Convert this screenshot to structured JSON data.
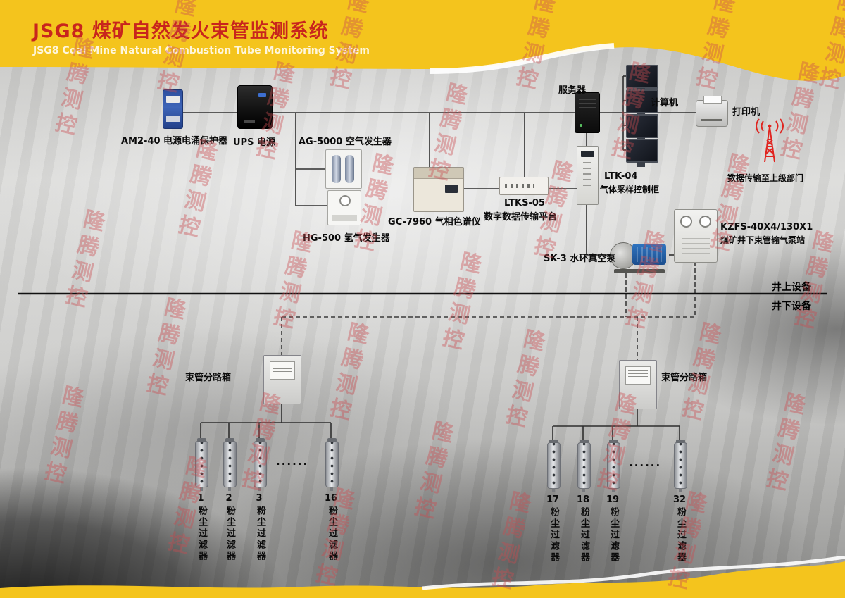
{
  "header": {
    "title": "JSG8 煤矿自然发火束管监测系统",
    "subtitle": "JSG8 Coal Mine Natural Combustion Tube Monitoring System"
  },
  "watermark": "隆腾测控",
  "nodes": {
    "surge": {
      "label": "AM2-40 电源电涌保护器"
    },
    "ups": {
      "label": "UPS 电源"
    },
    "air_gen": {
      "label": "AG-5000 空气发生器"
    },
    "h2_gen": {
      "label": "HG-500 氢气发生器"
    },
    "gc": {
      "label": "GC-7960 气相色谱仪"
    },
    "dtp": {
      "label1": "LTKS-05",
      "label2": "数字数据传输平台"
    },
    "server": {
      "label": "服务器"
    },
    "computer": {
      "label": "计算机"
    },
    "printer": {
      "label": "打印机"
    },
    "uplink": {
      "label": "数据传输至上级部门"
    },
    "cabinet": {
      "label1": "LTK-04",
      "label2": "气体采样控制柜"
    },
    "pump": {
      "label": "SK-3 水环真空泵"
    },
    "station": {
      "label1": "KZFS-40X4/130X1",
      "label2": "煤矿井下束管输气泵站"
    },
    "branch_left": {
      "label": "束管分路箱"
    },
    "branch_right": {
      "label": "束管分路箱"
    }
  },
  "dividers": {
    "surface": "井上设备",
    "underground": "井下设备"
  },
  "filters": {
    "dots": "......",
    "left": [
      {
        "num": "1",
        "label": "粉尘过滤器"
      },
      {
        "num": "2",
        "label": "粉尘过滤器"
      },
      {
        "num": "3",
        "label": "粉尘过滤器"
      },
      {
        "num": "16",
        "label": "粉尘过滤器"
      }
    ],
    "right": [
      {
        "num": "17",
        "label": "粉尘过滤器"
      },
      {
        "num": "18",
        "label": "粉尘过滤器"
      },
      {
        "num": "19",
        "label": "粉尘过滤器"
      },
      {
        "num": "32",
        "label": "粉尘过滤器"
      }
    ]
  },
  "colors": {
    "brand_yellow": "#f4c41d",
    "title_red": "#c8251d",
    "watermark_red": "#cb4a50"
  }
}
